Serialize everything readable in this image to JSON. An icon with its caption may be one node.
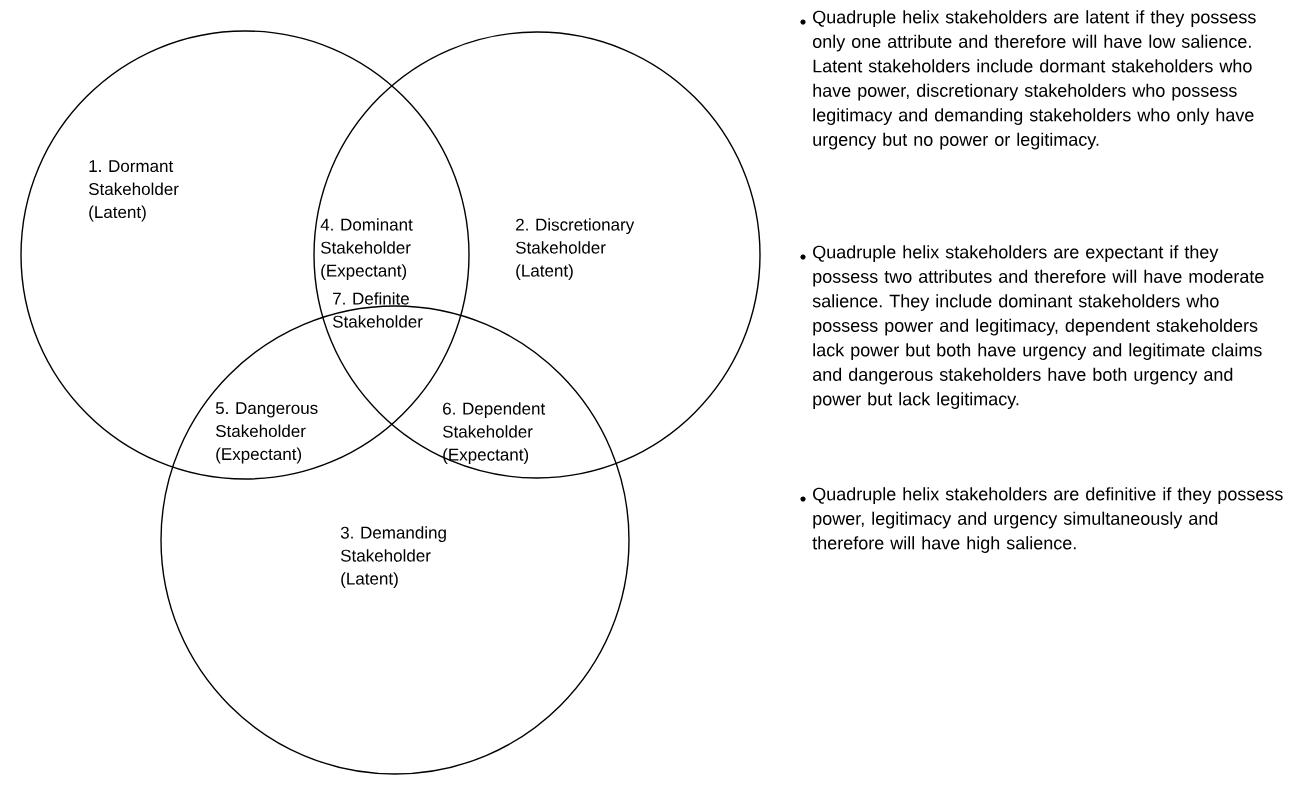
{
  "diagram": {
    "labels": [
      "1. Dormant Stakeholder (Latent)",
      "4. Dominant Stakeholder (Expectant)",
      "2. Discretionary Stakeholder (Latent)",
      "7. Definite Stakeholder",
      "5. Dangerous Stakeholder (Expectant)",
      "6. Dependent Stakeholder (Expectant)",
      "3. Demanding Stakeholder (Latent)",
      "Quadruple helix stakeholders are latent if they possess only one attribute and therefore will have low salience. Latent stakeholders include dormant stakeholders who have power, discretionary stakeholders who possess legitimacy and demanding stakeholders who only have urgency but no power or legitimacy.",
      "Quadruple helix stakeholders are expectant if they possess two attributes and therefore will have moderate salience. They include dominant stakeholders who possess power and legitimacy, dependent stakeholders lack power but both have urgency and legitimate claims and dangerous stakeholders have both urgency and power but lack legitimacy.",
      "Quadruple helix stakeholders are definitive if they possess power, legitimacy and urgency simultaneously and therefore will have high salience."
    ]
  }
}
